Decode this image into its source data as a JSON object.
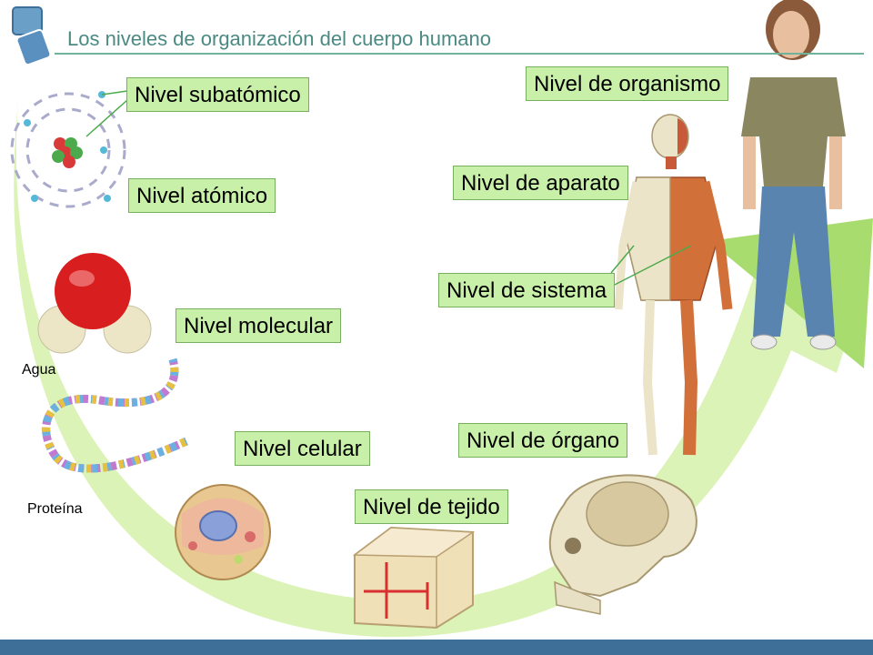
{
  "slide": {
    "title": "Los niveles de organización del cuerpo humano",
    "accent_color": "#4a8a82",
    "footer_color": "#3e6f99",
    "arrow_color": "#cfeea4"
  },
  "levels": {
    "subatomico": "Nivel subatómico",
    "atomico": "Nivel atómico",
    "molecular": "Nivel molecular",
    "celular": "Nivel celular",
    "tejido": "Nivel de tejido",
    "organo": "Nivel de órgano",
    "sistema": "Nivel de sistema",
    "aparato": "Nivel de aparato",
    "organismo": "Nivel de organismo"
  },
  "captions": {
    "agua": "Agua",
    "proteina": "Proteína"
  },
  "icons": [
    "slide-logo-icon",
    "atom-icon",
    "water-molecule-icon",
    "protein-chain-icon",
    "cell-icon",
    "tissue-block-icon",
    "skull-icon",
    "skeleton-muscle-icon",
    "person-icon"
  ]
}
